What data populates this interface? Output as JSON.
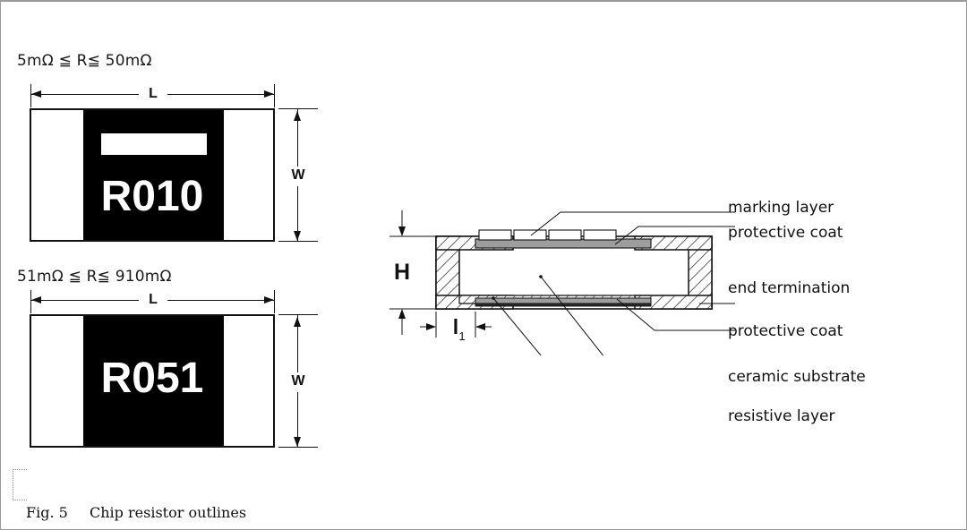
{
  "figure": {
    "caption_number": "Fig. 5",
    "caption_title": "Chip resistor outlines"
  },
  "chips": [
    {
      "range_label": "5mΩ ≦ R≦ 50mΩ",
      "code": "R010",
      "has_marking_bar": true,
      "dim_length_label": "L",
      "dim_width_label": "W"
    },
    {
      "range_label": "51mΩ ≦ R≦ 910mΩ",
      "code": "R051",
      "has_marking_bar": false,
      "dim_length_label": "L",
      "dim_width_label": "W"
    }
  ],
  "cross_section": {
    "dim_height_label": "H",
    "dim_l1_label": "l",
    "dim_l1_subscript": "1",
    "callouts": [
      {
        "id": "marking-layer",
        "label": "marking layer"
      },
      {
        "id": "protective-coat-top",
        "label": "protective coat"
      },
      {
        "id": "end-termination",
        "label": "end termination"
      },
      {
        "id": "protective-coat-bottom",
        "label": "protective coat"
      },
      {
        "id": "ceramic-substrate",
        "label": "ceramic substrate"
      },
      {
        "id": "resistive-layer",
        "label": "resistive layer"
      }
    ]
  },
  "colors": {
    "ink": "#111111",
    "chip_body": "#000000",
    "chip_terminal": "#ffffff",
    "coat_gray": "#9d9d9d",
    "page_border": "#9a9a9a"
  }
}
